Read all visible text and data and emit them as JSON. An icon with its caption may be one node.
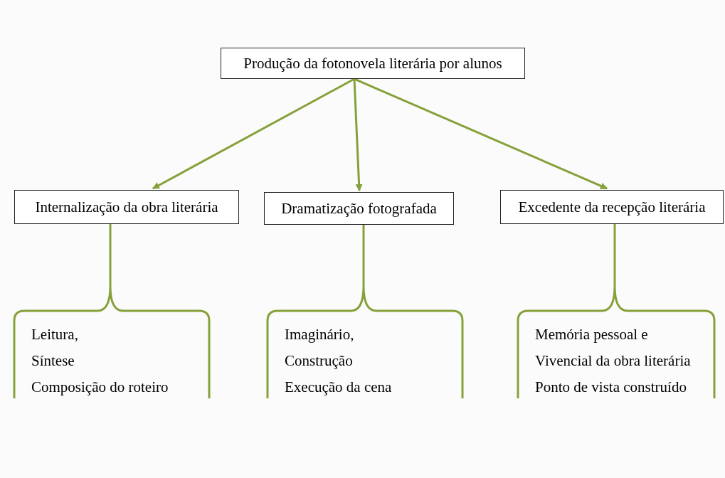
{
  "diagram": {
    "nodes": [
      {
        "text": [
          "Produção da fotonovela literária por alunos"
        ]
      },
      {
        "text": [
          "Internalização da obra literária"
        ]
      },
      {
        "text": [
          "Dramatização fotografada"
        ]
      },
      {
        "text": [
          "Excedente da recepção literária"
        ]
      },
      {
        "text": [
          "Leitura,",
          "Síntese",
          "Composição do roteiro"
        ]
      },
      {
        "text": [
          "Imaginário,",
          "Construção",
          "Execução da cena"
        ]
      },
      {
        "text": [
          "Memória pessoal e",
          "Vivencial da obra literária",
          "Ponto de vista construído"
        ]
      }
    ],
    "edges": [
      {
        "from": 0,
        "to": 1,
        "arrow": "to"
      },
      {
        "from": 0,
        "to": 2,
        "arrow": "to"
      },
      {
        "from": 0,
        "to": 3,
        "arrow": "to"
      },
      {
        "from": 1,
        "to": 4,
        "arrow": "none"
      },
      {
        "from": 2,
        "to": 5,
        "arrow": "none"
      },
      {
        "from": 3,
        "to": 6,
        "arrow": "none"
      }
    ]
  }
}
